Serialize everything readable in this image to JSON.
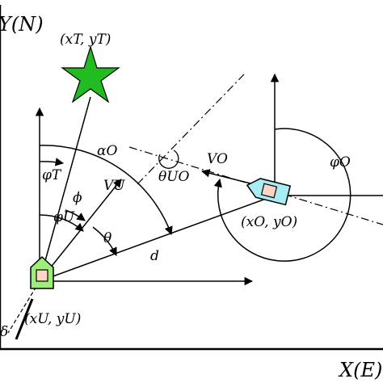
{
  "labels": {
    "y_axis": "Y(N)",
    "x_axis": "X(E)",
    "target": "(xT, yT)",
    "unmanned": "(xU, yU)",
    "obstacle": "(xO, yO)",
    "alpha_o": "αO",
    "phi_t": "φT",
    "phi": "ϕ",
    "phi_u": "φU",
    "v_u": "VU",
    "theta": "θ",
    "d": "d",
    "theta_uo": "θUO",
    "v_o": "VO",
    "phi_o": "φO",
    "delta": "δ"
  },
  "colors": {
    "star": "#22bb22",
    "vessel_fill": "#9cf07a",
    "obstacle_fill": "#a8ecf4",
    "cabin_fill": "#fbd6c4",
    "line": "#000000"
  }
}
